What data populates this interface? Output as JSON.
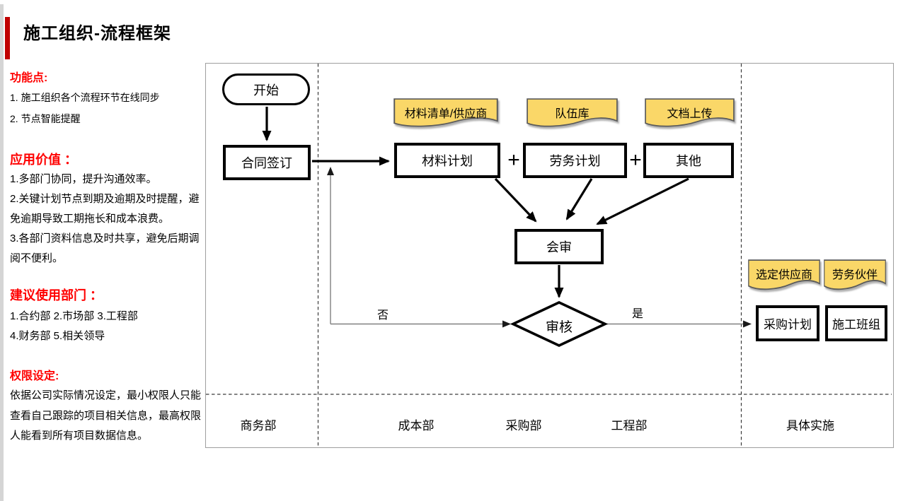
{
  "page": {
    "title": "施工组织-流程框架"
  },
  "sidebar": {
    "sections": [
      {
        "heading": "功能点:",
        "lines": [
          "1. 施工组织各个流程环节在线同步",
          "2. 节点智能提醒"
        ]
      },
      {
        "heading": "应用价值 ：",
        "lines": [
          "1.多部门协同，提升沟通效率。",
          "2.关键计划节点到期及逾期及时提醒，避",
          "免逾期导致工期拖长和成本浪费。",
          "3.各部门资料信息及时共享，避免后期调",
          "阅不便利。"
        ]
      },
      {
        "heading": "建议使用部门 ：",
        "lines": [
          "1.合约部 2.市场部 3.工程部",
          "4.财务部 5.相关领导"
        ]
      },
      {
        "heading": "权限设定:",
        "lines": [
          "依据公司实际情况设定，最小权限人只能",
          "查看自己跟踪的项目相关信息，最高权限",
          "人能看到所有项目数据信息。"
        ]
      }
    ]
  },
  "flowchart": {
    "start": "开始",
    "contract": "合同签订",
    "plus": "+",
    "notes_top": [
      "材料清单/供应商",
      "队伍库",
      "文档上传"
    ],
    "plans": [
      "材料计划",
      "劳务计划",
      "其他"
    ],
    "review": "会审",
    "decision": "审核",
    "no_label": "否",
    "yes_label": "是",
    "notes_right": [
      "选定供应商",
      "劳务伙伴"
    ],
    "outputs": [
      "采购计划",
      "施工班组"
    ],
    "lanes": [
      "商务部",
      "成本部",
      "采购部",
      "工程部",
      "具体实施"
    ]
  },
  "colors": {
    "accent_red": "#C00000",
    "heading_red": "#FF0000",
    "note_fill": "#FAD768",
    "note_stroke": "#5A5A5A",
    "line_gray": "#808080",
    "frame_gray": "#9E9E9E",
    "edge_gray": "#D5D5D5",
    "box_border": "#000000"
  }
}
